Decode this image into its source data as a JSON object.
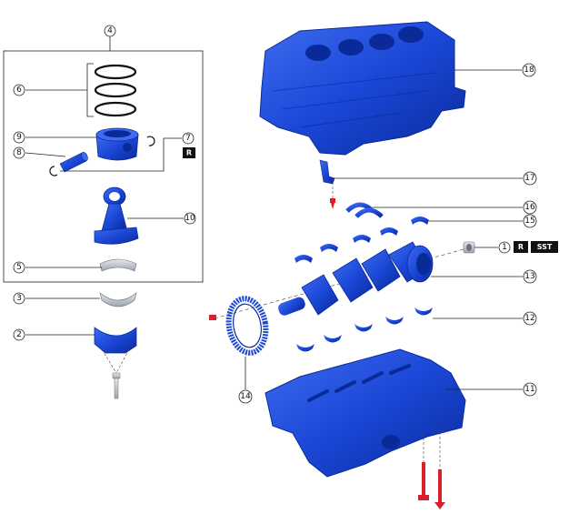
{
  "colors": {
    "part_blue": "#1a47d6",
    "part_blue_dark": "#0a2a9a",
    "part_blue_light": "#3f6cf0",
    "gray_part": "#c9ccd4",
    "bolt_red": "#d8202a",
    "line": "#222222",
    "badge_bg": "#111111",
    "badge_text": "#ffffff"
  },
  "callouts": [
    {
      "id": "1",
      "label": "①"
    },
    {
      "id": "2",
      "label": "②"
    },
    {
      "id": "3",
      "label": "③"
    },
    {
      "id": "4",
      "label": "④"
    },
    {
      "id": "5",
      "label": "⑤"
    },
    {
      "id": "6",
      "label": "⑥"
    },
    {
      "id": "7",
      "label": "⑦"
    },
    {
      "id": "8",
      "label": "⑧"
    },
    {
      "id": "9",
      "label": "⑨"
    },
    {
      "id": "10",
      "label": "⑩"
    },
    {
      "id": "11",
      "label": "⑪"
    },
    {
      "id": "12",
      "label": "⑫"
    },
    {
      "id": "13",
      "label": "⑬"
    },
    {
      "id": "14",
      "label": "⑭"
    },
    {
      "id": "15",
      "label": "⑮"
    },
    {
      "id": "16",
      "label": "⑯"
    },
    {
      "id": "17",
      "label": "⑰"
    },
    {
      "id": "18",
      "label": "⑱"
    }
  ],
  "badges": {
    "r": "R",
    "sst": "SST"
  },
  "icons": [
    "piston-icon",
    "piston-ring-icon",
    "piston-pin-icon",
    "snap-ring-icon",
    "connecting-rod-icon",
    "bearing-shell-icon",
    "rod-cap-icon",
    "bolt-icon",
    "cylinder-block-icon",
    "crankshaft-icon",
    "lower-block-icon",
    "thrust-bearing-icon",
    "plug-icon",
    "pulse-plate-icon",
    "oil-jet-icon"
  ]
}
